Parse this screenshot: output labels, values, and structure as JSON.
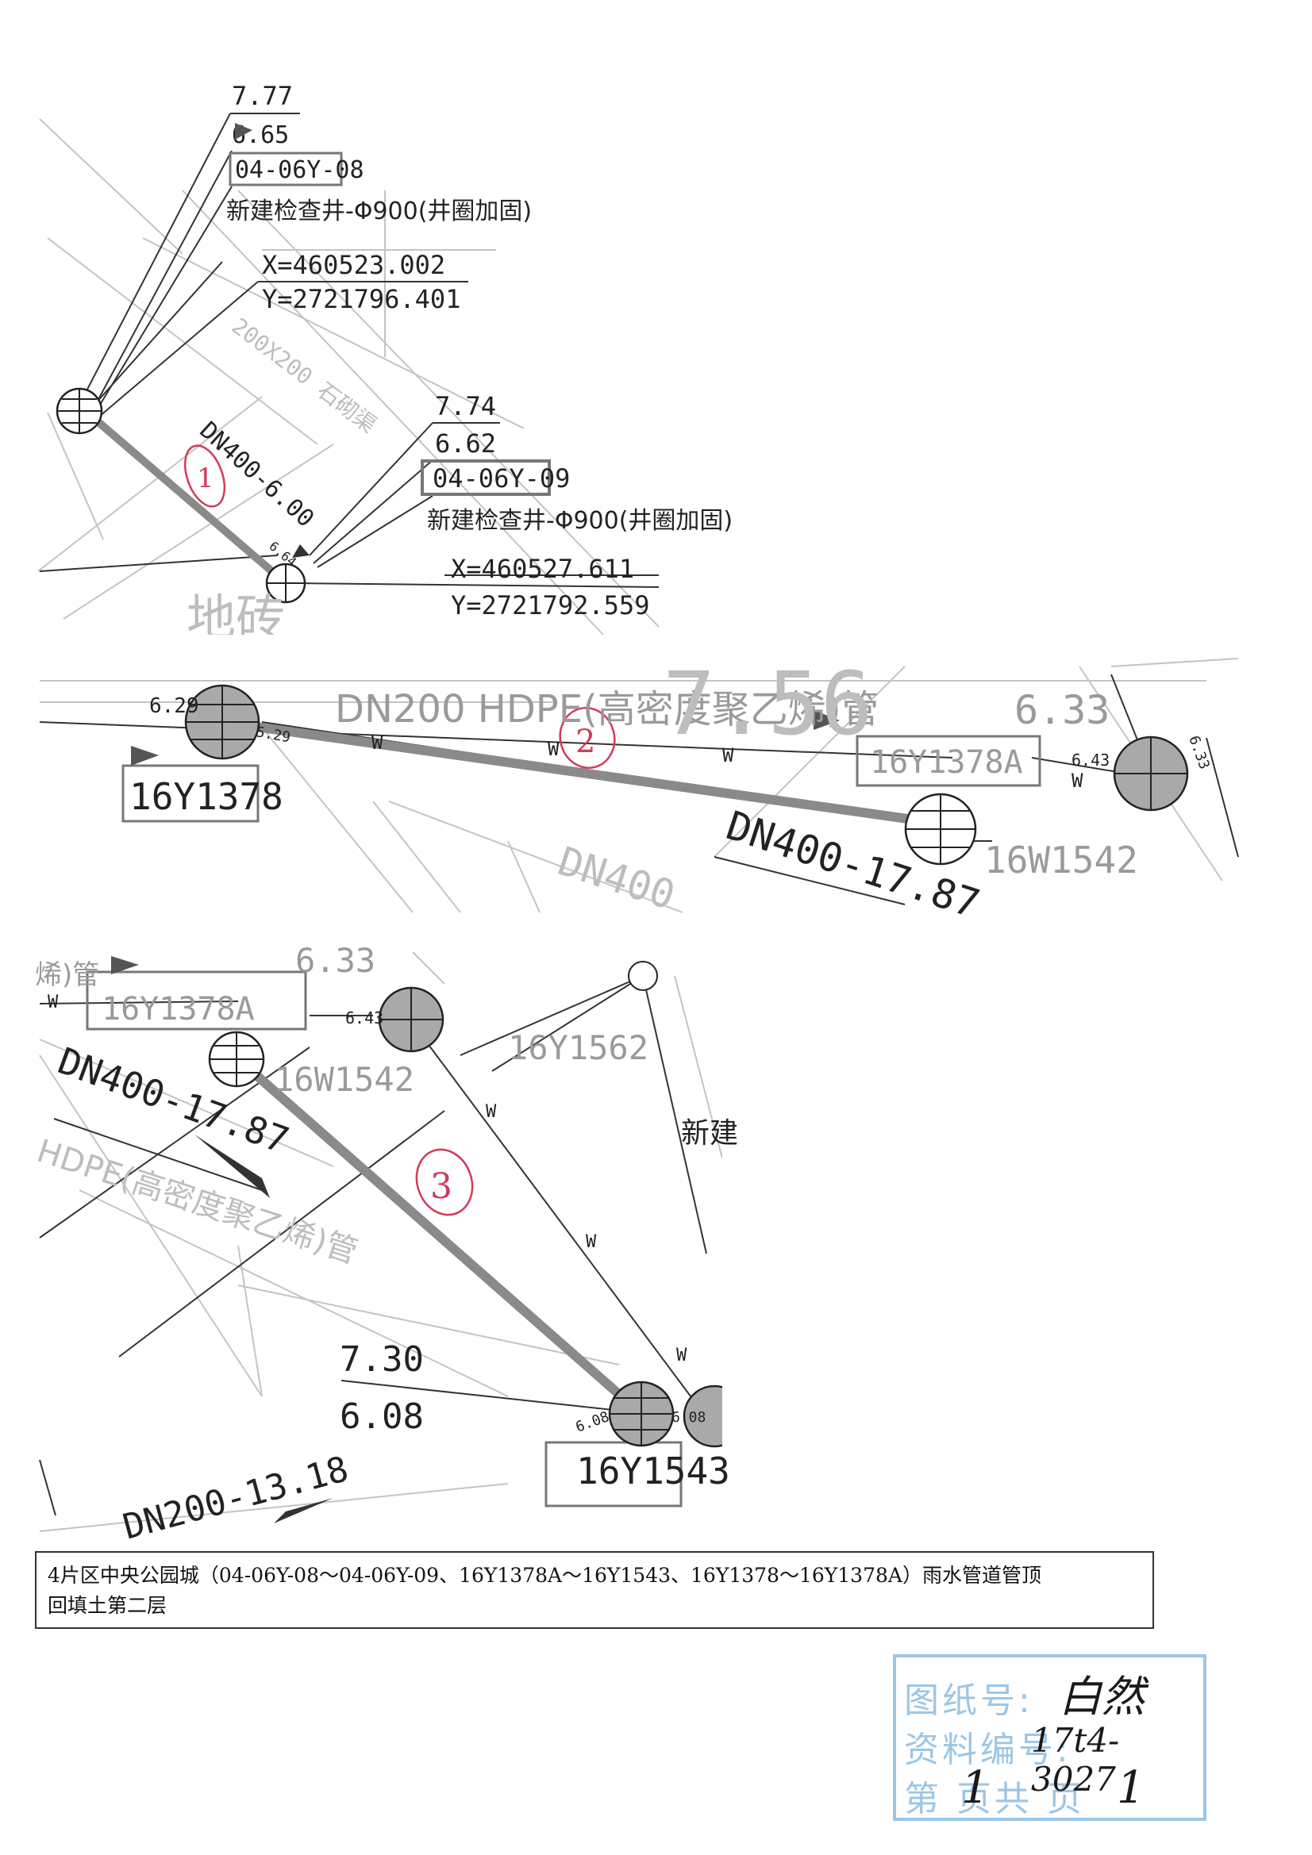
{
  "panel1": {
    "mh08_top": "7.77",
    "mh08_bottom": "6.65",
    "mh08_id": "04-06Y-08",
    "mh08_note": "新建检查井-Φ900(井圈加固)",
    "mh08_x": "X=460523.002",
    "mh08_y": "Y=2721796.401",
    "ditch_label": "200X200 石砌渠",
    "pipe1_label": "DN400-6.00",
    "circle1": "1",
    "mh09_top": "7.74",
    "mh09_bottom": "6.62",
    "mh09_id": "04-06Y-09",
    "mh09_note": "新建检查井-Φ900(井圈加固)",
    "mh09_x": "X=460527.611",
    "mh09_y": "Y=2721792.559",
    "floor_text": "地砖",
    "mh09_small": "6.64"
  },
  "panel2": {
    "left_elev": "6.29",
    "left_elev2": "5.29",
    "left_id": "16Y1378",
    "hdpe_label": "DN200 HDPE(高密度聚乙烯)管",
    "big_faint": "7.56",
    "circle2": "2",
    "right_elev": "6.33",
    "right_id": "16Y1378A",
    "right_small": "6.43",
    "right_rot": "6.33",
    "w_label": "16W1542",
    "pipe2_label": "DN400-17.87",
    "pipe_dn_faint": "DN400",
    "w": "W"
  },
  "panel3": {
    "top_elev": "6.33",
    "top_small": "6.43",
    "id_a": "16Y1378A",
    "w_label": "16W1542",
    "mh_1562": "16Y1562",
    "new_build": "新建",
    "pipe3_label": "DN400-17.87",
    "hdpe_label": "HDPE(高密度聚乙烯)管",
    "circle3": "3",
    "elev_top": "7.30",
    "elev_bottom": "6.08",
    "small_608": "6.08",
    "small_606": "6.08",
    "id_1543": "16Y1543",
    "pipe4_label": "DN200-13.18",
    "w": "W",
    "top_prefix": "烯)管",
    "left_w": "W"
  },
  "caption": {
    "line1": "4片区中央公园城（04-06Y-08～04-06Y-09、16Y1378A～16Y1543、16Y1378～16Y1378A）雨水管道管顶",
    "line2": "回填土第二层"
  },
  "stamp": {
    "row1_label": "图纸号:",
    "row2_label": "资料编号:",
    "row3_label": "第  页共  页",
    "sig1": "白然",
    "sig2": "17t4-3027",
    "page_num": "1",
    "page_total": "1"
  },
  "colors": {
    "line": "#333333",
    "faint_line": "#c4c4c4",
    "arrow": "#8a8a8a",
    "manhole_fill": "#a9a9a9",
    "red_annotation": "#d23a5a",
    "stamp_blue": "#9cc6e6"
  }
}
